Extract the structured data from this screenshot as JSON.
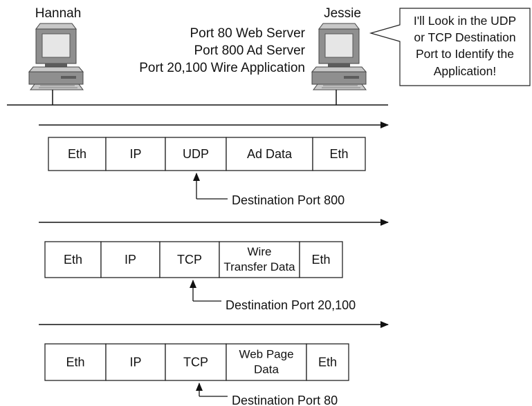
{
  "hosts": {
    "left": {
      "name": "Hannah"
    },
    "right": {
      "name": "Jessie"
    }
  },
  "port_list": [
    "Port 80 Web Server",
    "Port 800 Ad Server",
    "Port 20,100 Wire Application"
  ],
  "callout": {
    "lines": [
      "I'll Look in the UDP",
      "or TCP Destination",
      "Port to Identify the",
      "Application!"
    ]
  },
  "frames": [
    {
      "cells": [
        [
          "Eth"
        ],
        [
          "IP"
        ],
        [
          "UDP"
        ],
        [
          "Ad Data"
        ],
        [
          "Eth"
        ]
      ],
      "destination": "Destination Port 800"
    },
    {
      "cells": [
        [
          "Eth"
        ],
        [
          "IP"
        ],
        [
          "TCP"
        ],
        [
          "Wire",
          "Transfer Data"
        ],
        [
          "Eth"
        ]
      ],
      "destination": "Destination Port 20,100"
    },
    {
      "cells": [
        [
          "Eth"
        ],
        [
          "IP"
        ],
        [
          "TCP"
        ],
        [
          "Web Page",
          "Data"
        ],
        [
          "Eth"
        ]
      ],
      "destination": "Destination Port 80"
    }
  ],
  "colors": {
    "computer_face": "#8f8f8f",
    "computer_dark": "#5c5c5c",
    "computer_light": "#c8c8c8",
    "screen": "#e6e6e6",
    "line": "#111111"
  },
  "icons": [
    "computer-icon",
    "computer-icon",
    "arrow-right-icon",
    "arrow-up-icon"
  ]
}
